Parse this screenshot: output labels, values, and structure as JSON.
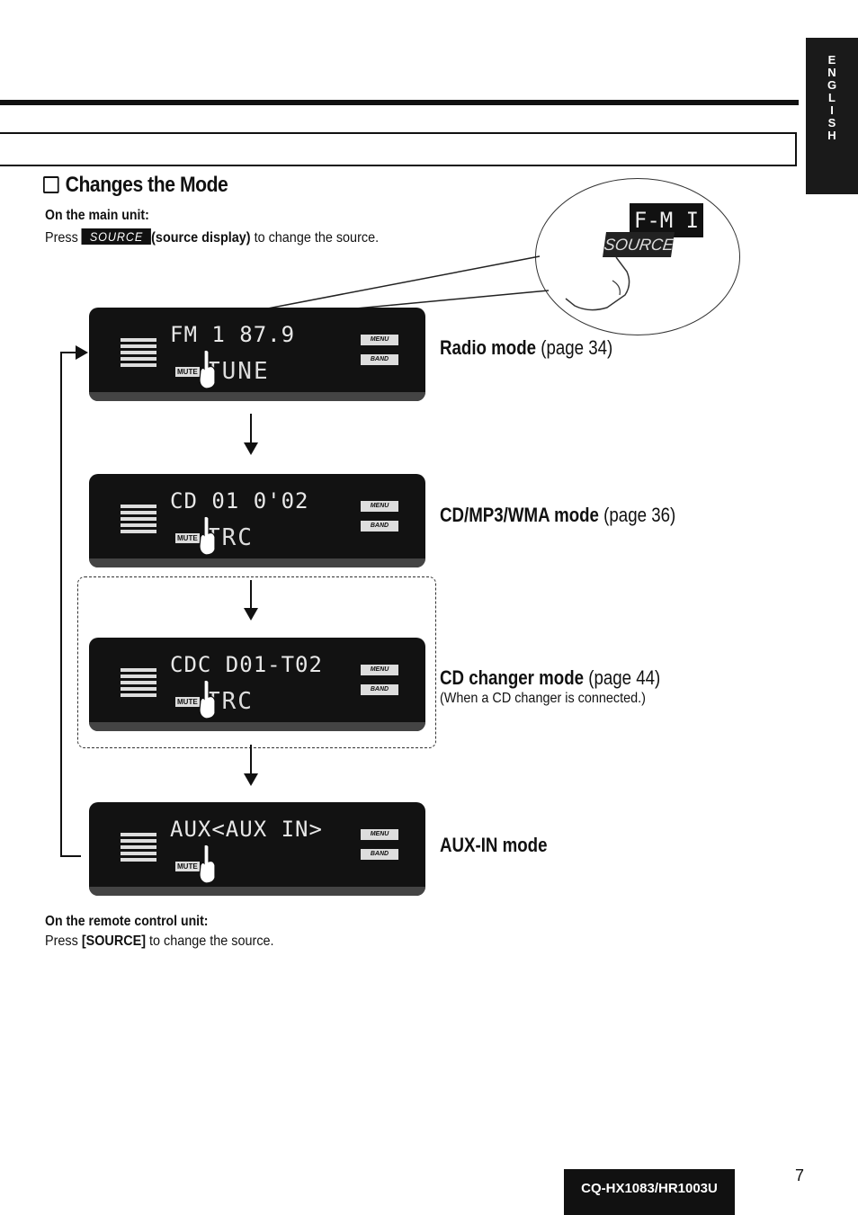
{
  "side_tab": {
    "letters": [
      "E",
      "N",
      "G",
      "L",
      "I",
      "S",
      "H"
    ]
  },
  "section": {
    "title": "Changes the Mode"
  },
  "main_unit": {
    "heading": "On the main unit:",
    "press": "Press",
    "source_chip": "SOURCE",
    "source_display": "(source display)",
    "rest": "to change the source."
  },
  "callout": {
    "display_text": "F-M I",
    "button_text": "SOURCE"
  },
  "modes": [
    {
      "label_bold": "Radio mode",
      "label_page": "(page 34)",
      "lcd1": "FM 1    87.9",
      "lcd2": "TUNE"
    },
    {
      "label_bold": "CD/MP3/WMA mode",
      "label_page": "(page 36)",
      "lcd1": "CD  01  0'02",
      "lcd2": "TRC"
    },
    {
      "label_bold": "CD changer mode",
      "label_page": "(page 44)",
      "note": "(When a CD changer is connected.)",
      "lcd1": "CDC D01-T02",
      "lcd2": "TRC"
    },
    {
      "label_bold": "AUX-IN mode",
      "label_page": "",
      "lcd1": "AUX<AUX IN>",
      "lcd2": ""
    }
  ],
  "device": {
    "mute": "MUTE",
    "menu": "MENU",
    "band": "BAND"
  },
  "remote": {
    "heading": "On the remote control unit:",
    "press": "Press",
    "key": "[SOURCE]",
    "rest": "to change the source."
  },
  "footer": {
    "model": "CQ-HX1083/HR1003U",
    "page": "7"
  }
}
